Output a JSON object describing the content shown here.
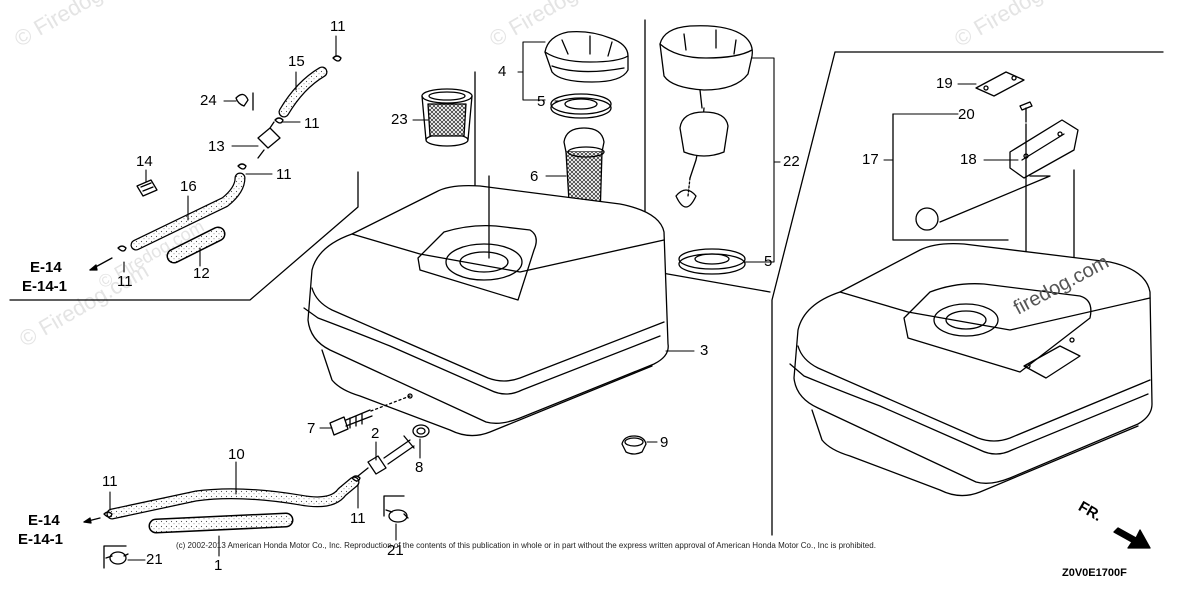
{
  "callouts": {
    "c1": "1",
    "c2": "2",
    "c3": "3",
    "c4": "4",
    "c5a": "5",
    "c5b": "5",
    "c6": "6",
    "c7": "7",
    "c8": "8",
    "c9": "9",
    "c10": "10",
    "c11a": "11",
    "c11b": "11",
    "c11c": "11",
    "c11d": "11",
    "c11e": "11",
    "c11f": "11",
    "c12": "12",
    "c13": "13",
    "c14": "14",
    "c15": "15",
    "c16": "16",
    "c17": "17",
    "c18": "18",
    "c19": "19",
    "c20": "20",
    "c21a": "21",
    "c21b": "21",
    "c22": "22",
    "c23": "23",
    "c24": "24"
  },
  "references": {
    "top_e14": "E-14",
    "top_e141": "E-14-1",
    "bottom_e14": "E-14",
    "bottom_e141": "E-14-1"
  },
  "direction_label": "FR.",
  "copyright": "(c) 2002-2013 American Honda Motor Co., Inc. Reproduction of the contents of this publication in whole or in part without the express written approval of American Honda Motor Co., Inc is prohibited.",
  "diagram_code": "Z0V0E1700F",
  "watermark": "© Firedog.com",
  "watermark_tank": "firedog.com"
}
